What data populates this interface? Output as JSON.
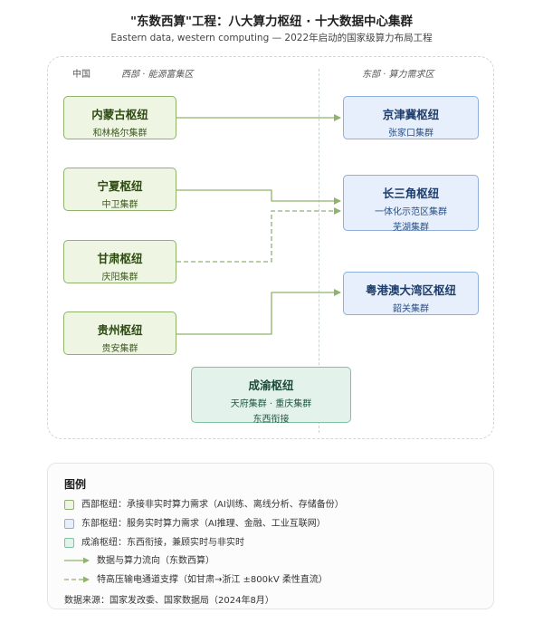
{
  "title": "\"东数西算\"工程：八大算力枢纽 · 十大数据中心集群",
  "subtitle": "Eastern data, western computing — 2022年启动的国家级算力布局工程",
  "regions": {
    "country": "中国",
    "west": "西部 · 能源富集区",
    "east": "东部 · 算力需求区"
  },
  "nodes": {
    "neimenggu": {
      "name": "内蒙古枢纽",
      "sub": "和林格尔集群"
    },
    "ningxia": {
      "name": "宁夏枢纽",
      "sub": "中卫集群"
    },
    "gansu": {
      "name": "甘肃枢纽",
      "sub": "庆阳集群"
    },
    "guizhou": {
      "name": "贵州枢纽",
      "sub": "贵安集群"
    },
    "jingjinji": {
      "name": "京津冀枢纽",
      "sub": "张家口集群"
    },
    "changsanjiao": {
      "name": "长三角枢纽",
      "sub1": "一体化示范区集群",
      "sub2": "芜湖集群"
    },
    "yuegangao": {
      "name": "粤港澳大湾区枢纽",
      "sub": "韶关集群"
    },
    "chengyu": {
      "name": "成渝枢纽",
      "sub1": "天府集群 · 重庆集群",
      "sub2": "东西衔接"
    }
  },
  "legend": {
    "title": "图例",
    "west": "西部枢纽：承接非实时算力需求（AI训练、离线分析、存储备份）",
    "east": "东部枢纽：服务实时算力需求（AI推理、金融、工业互联网）",
    "hub": "成渝枢纽：东西衔接，兼顾实时与非实时",
    "flow": "数据与算力流向（东数西算）",
    "uhv": "特高压输电通道支撑（如甘肃→浙江 ±800kV 柔性直流）",
    "source": "数据来源：国家发改委、国家数据局（2024年8月）"
  },
  "colors": {
    "west_fill": "#eef5e3",
    "west_border": "#8fb36b",
    "east_fill": "#e6effb",
    "east_border": "#8fb0da",
    "hub_fill": "#e3f3ec",
    "hub_border": "#7fc1a2",
    "flow": "#8fb36b"
  }
}
